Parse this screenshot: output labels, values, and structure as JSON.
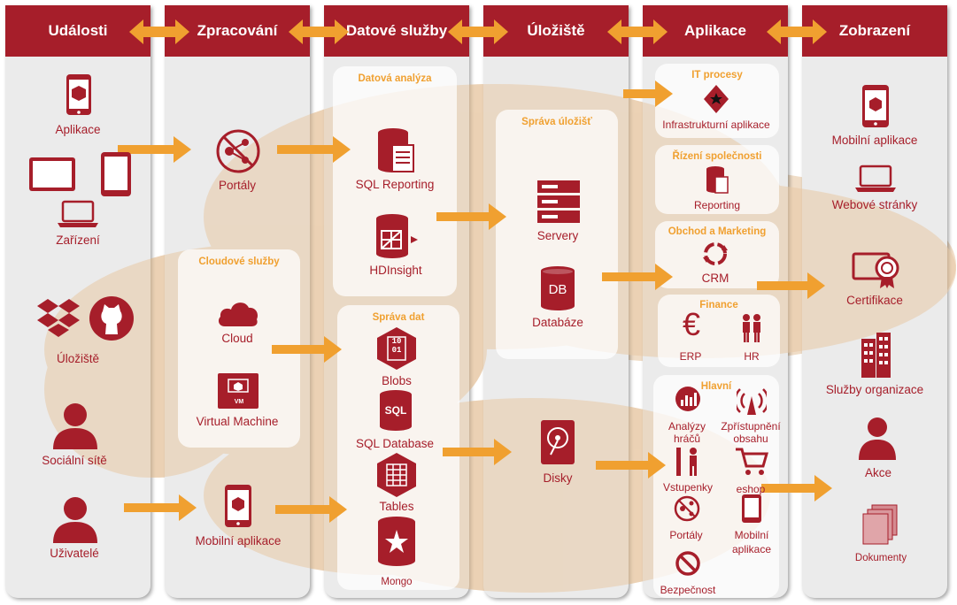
{
  "colors": {
    "brand": "#a61e2a",
    "accent": "#f0a030",
    "blob": "#eed8be",
    "column_bg": "#ebebeb"
  },
  "headers": [
    "Události",
    "Zpracování",
    "Datové služby",
    "Úložiště",
    "Aplikace",
    "Zobrazení"
  ],
  "col1": {
    "aplikace": "Aplikace",
    "zarizeni": "Zařízení",
    "uloziste": "Úložiště",
    "socialni_site": "Sociální sítě",
    "uzivatele": "Uživatelé"
  },
  "col2": {
    "portaly": "Portály",
    "cloud_box_title": "Cloudové služby",
    "cloud": "Cloud",
    "vm": "Virtual Machine",
    "vm_badge": "VM",
    "mobilni_aplikace": "Mobilní aplikace"
  },
  "col3": {
    "analyza_title": "Datová analýza",
    "sql_reporting": "SQL Reporting",
    "hdinsight": "HDInsight",
    "sprava_dat_title": "Správa dat",
    "blobs": "Blobs",
    "blobs_badge": "10\n01",
    "sql_database": "SQL Database",
    "sql_badge": "SQL",
    "tables": "Tables",
    "mongo": "Mongo"
  },
  "col4": {
    "sprava_title": "Správa úložišť",
    "servery": "Servery",
    "databaze": "Databáze",
    "db_badge": "DB",
    "disky": "Disky"
  },
  "col5": {
    "it_title": "IT procesy",
    "infrastruktura": "Infrastrukturní aplikace",
    "rizeni_title": "Řízení společnosti",
    "reporting": "Reporting",
    "obchod_title": "Obchod a Marketing",
    "crm": "CRM",
    "finance_title": "Finance",
    "erp": "ERP",
    "hr": "HR",
    "euro_glyph": "€",
    "hlavni_title": "Hlavní",
    "analyzy_hracu": "Analýzy hráčů",
    "zpristupneni_obsahu": "Zpřístupnění obsahu",
    "vstupenky": "Vstupenky",
    "eshop": "eshop",
    "portaly": "Portály",
    "mobilni_aplikace": "Mobilní aplikace",
    "bezpecnost": "Bezpečnost"
  },
  "col6": {
    "mobilni_aplikace": "Mobilní aplikace",
    "webove_stranky": "Webové stránky",
    "certifikace": "Certifikace",
    "sluzby_organizace": "Služby organizace",
    "akce": "Akce",
    "dokumenty": "Dokumenty"
  }
}
